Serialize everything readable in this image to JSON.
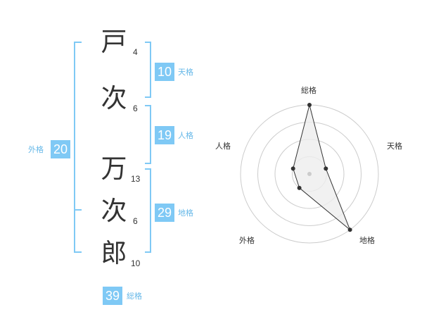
{
  "name": {
    "characters": [
      {
        "char": "戸",
        "strokes": "4"
      },
      {
        "char": "次",
        "strokes": "6"
      },
      {
        "char": "万",
        "strokes": "13"
      },
      {
        "char": "次",
        "strokes": "6"
      },
      {
        "char": "郎",
        "strokes": "10"
      }
    ]
  },
  "fortunes": {
    "tenkaku": {
      "value": "10",
      "label": "天格"
    },
    "jinkaku": {
      "value": "19",
      "label": "人格"
    },
    "chikaku": {
      "value": "29",
      "label": "地格"
    },
    "gaikaku": {
      "value": "20",
      "label": "外格"
    },
    "soukaku": {
      "value": "39",
      "label": "総格"
    }
  },
  "chart_data": {
    "type": "radar",
    "axes": [
      "総格",
      "天格",
      "地格",
      "外格",
      "人格"
    ],
    "values": [
      4,
      1,
      4,
      1,
      1
    ],
    "range": [
      0,
      4
    ],
    "rings": 4,
    "colors": {
      "fill": "#eeeeee",
      "stroke": "#333333",
      "grid": "#cccccc",
      "point": "#333333"
    }
  },
  "colors": {
    "accent": "#7fc9f5",
    "accent_text": "#66b8e8",
    "text": "#333333"
  }
}
